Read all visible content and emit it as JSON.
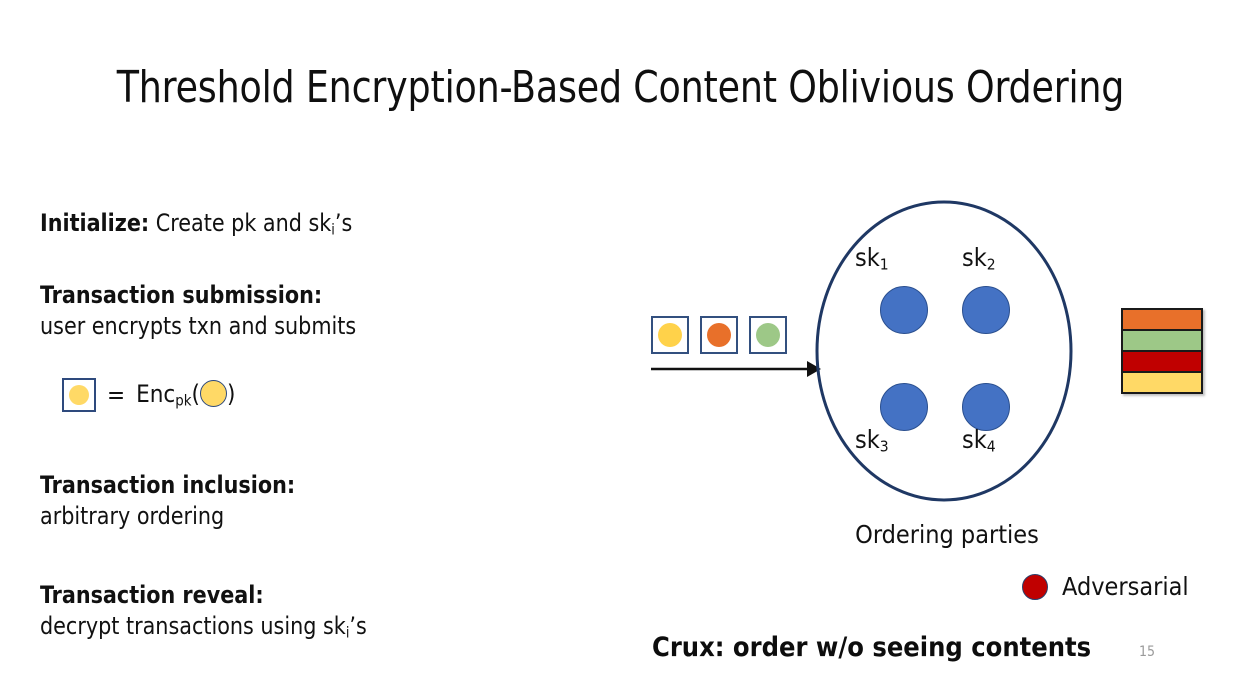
{
  "slide": {
    "title": "Threshold Encryption-Based Content Oblivious Ordering",
    "number": "15"
  },
  "steps": [
    {
      "lead": "Initialize:",
      "rest": " Create pk and sk",
      "sub": "i",
      "tail": "’s"
    },
    {
      "lead": "Transaction submission:",
      "detail": "user encrypts txn and submits"
    },
    {
      "lead": "Transaction inclusion:",
      "detail": "arbitrary ordering"
    },
    {
      "lead": "Transaction reveal:",
      "detail_pre": "decrypt transactions using sk",
      "detail_sub": "i",
      "detail_tail": "’s"
    }
  ],
  "enc_legend": {
    "equals": "=",
    "fn_name": "Enc",
    "fn_sub": "pk",
    "open_paren": "(",
    "close_paren": ")",
    "box_fill": "#ffd966",
    "plain_fill": "#ffd966",
    "box_border": "#2e4a7d"
  },
  "incoming_txns": [
    {
      "name": "txn-yellow",
      "color": "#ffd24a"
    },
    {
      "name": "txn-orange",
      "color": "#e8702a"
    },
    {
      "name": "txn-green",
      "color": "#9dc887"
    }
  ],
  "ordering": {
    "caption": "Ordering parties",
    "oval_stroke": "#1f3864",
    "party_fill": "#4472c4",
    "parties": [
      {
        "label_pre": "sk",
        "label_sub": "1"
      },
      {
        "label_pre": "sk",
        "label_sub": "2"
      },
      {
        "label_pre": "sk",
        "label_sub": "3"
      },
      {
        "label_pre": "sk",
        "label_sub": "4"
      }
    ]
  },
  "output_stack": [
    {
      "name": "block-orange",
      "color": "#e8702a"
    },
    {
      "name": "block-green",
      "color": "#9dc887"
    },
    {
      "name": "block-red",
      "color": "#c00000"
    },
    {
      "name": "block-yellow",
      "color": "#ffd966"
    }
  ],
  "legend": {
    "adversarial_label": "Adversarial",
    "adversarial_color": "#c00000"
  },
  "crux": "Crux: order w/o seeing contents"
}
